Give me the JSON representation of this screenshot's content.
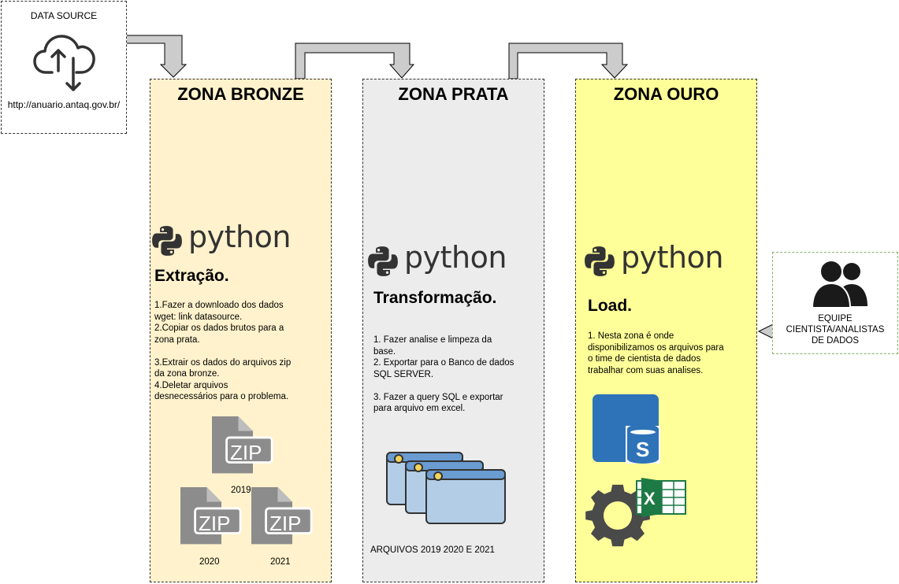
{
  "data_source": {
    "title": "DATA SOURCE",
    "url": "http://anuario.antaq.gov.br/",
    "icon": "cloud-upload-download-icon"
  },
  "zones": {
    "bronze": {
      "title": "ZONA BRONZE",
      "bg": "#fff2cc",
      "python_label": "python",
      "section": "Extração.",
      "steps": [
        "1.Fazer a downloado dos dados",
        "wget: link datasource.",
        "2.Copiar os dados brutos para a",
        "zona prata.",
        "",
        "3.Extrair os dados do arquivos zip",
        "da zona bronze.",
        "4.Deletar arquivos",
        "desnecessários para o problema."
      ],
      "zip_label": "ZIP",
      "zip_years": [
        "2019",
        "2020",
        "2021"
      ]
    },
    "prata": {
      "title": "ZONA PRATA",
      "bg": "#ececec",
      "python_label": "python",
      "section": "Transformação.",
      "steps": [
        "1. Fazer analise e limpeza da",
        "base.",
        "2. Exportar para o Banco de dados",
        "SQL SERVER.",
        "",
        "3. Fazer a query SQL e exportar",
        "para arquivo em excel."
      ],
      "files_caption": "ARQUIVOS 2019 2020 E 2021"
    },
    "ouro": {
      "title": "ZONA OURO",
      "bg": "#ffff99",
      "python_label": "python",
      "section": "Load.",
      "steps": [
        "1. Nesta zona é onde",
        "disponibilizamos os arquivos para",
        "o time de cientista de dados",
        "trabalhar com suas analises."
      ]
    }
  },
  "team": {
    "label_lines": [
      "EQUIPE",
      "CIENTISTA/ANALISTAS",
      "DE DADOS"
    ],
    "icon": "users-icon"
  },
  "colors": {
    "arrow_fill": "#cccccc",
    "arrow_stroke": "#000000",
    "zip_gray": "#8c8c8c",
    "sql_blue": "#2e73b8",
    "excel_green": "#1d7a45",
    "python_blue": "#3a3a3a"
  }
}
